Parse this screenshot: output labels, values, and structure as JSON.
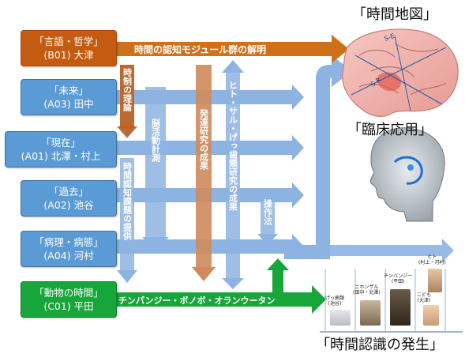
{
  "teams": [
    {
      "name": "「言語・哲学」",
      "id": "(B01) 大津",
      "color": "orange"
    },
    {
      "name": "「未来」",
      "id": "(A03) 田中",
      "color": "blue"
    },
    {
      "name": "「現在」",
      "id": "(A01) 北澤・村上",
      "color": "blue"
    },
    {
      "name": "「過去」",
      "id": "(A02) 池谷",
      "color": "blue"
    },
    {
      "name": "「病理・病態」",
      "id": "(A04) 河村",
      "color": "blue"
    },
    {
      "name": "「動物の時間」",
      "id": "(C01) 平田",
      "color": "green"
    }
  ],
  "arrows": {
    "top": "時間の認知モジュール群の解明",
    "bottom": "チンパンジー・ボノボ・オランウータン",
    "v1": "時制の理論",
    "v2": "脳活動計測",
    "v3": "時間認知課題の提供",
    "v4": "発達研究の成果",
    "v5": "ヒト・サル・げっ歯類研究の成果",
    "v6": "操作法"
  },
  "outcomes": {
    "map": "「時間地図」",
    "clinical": "「臨床応用」",
    "development": "「時間認識の発生」"
  },
  "brain_labels": {
    "se": "S-E",
    "sr": "S-R"
  },
  "evolution": [
    {
      "label": "げっ歯類\n(池谷)"
    },
    {
      "label": "ニホンザル\n(田中・北澤)"
    },
    {
      "label": "チンパンジー\n(平田)"
    },
    {
      "label": "ヒト\n(村上・河村)"
    },
    {
      "label": "こども\n(大津)"
    }
  ],
  "colors": {
    "blue": "#5b9bd5",
    "orange": "#c55a11",
    "green": "#16a63a",
    "arrow_blue": "#8db3e2"
  }
}
